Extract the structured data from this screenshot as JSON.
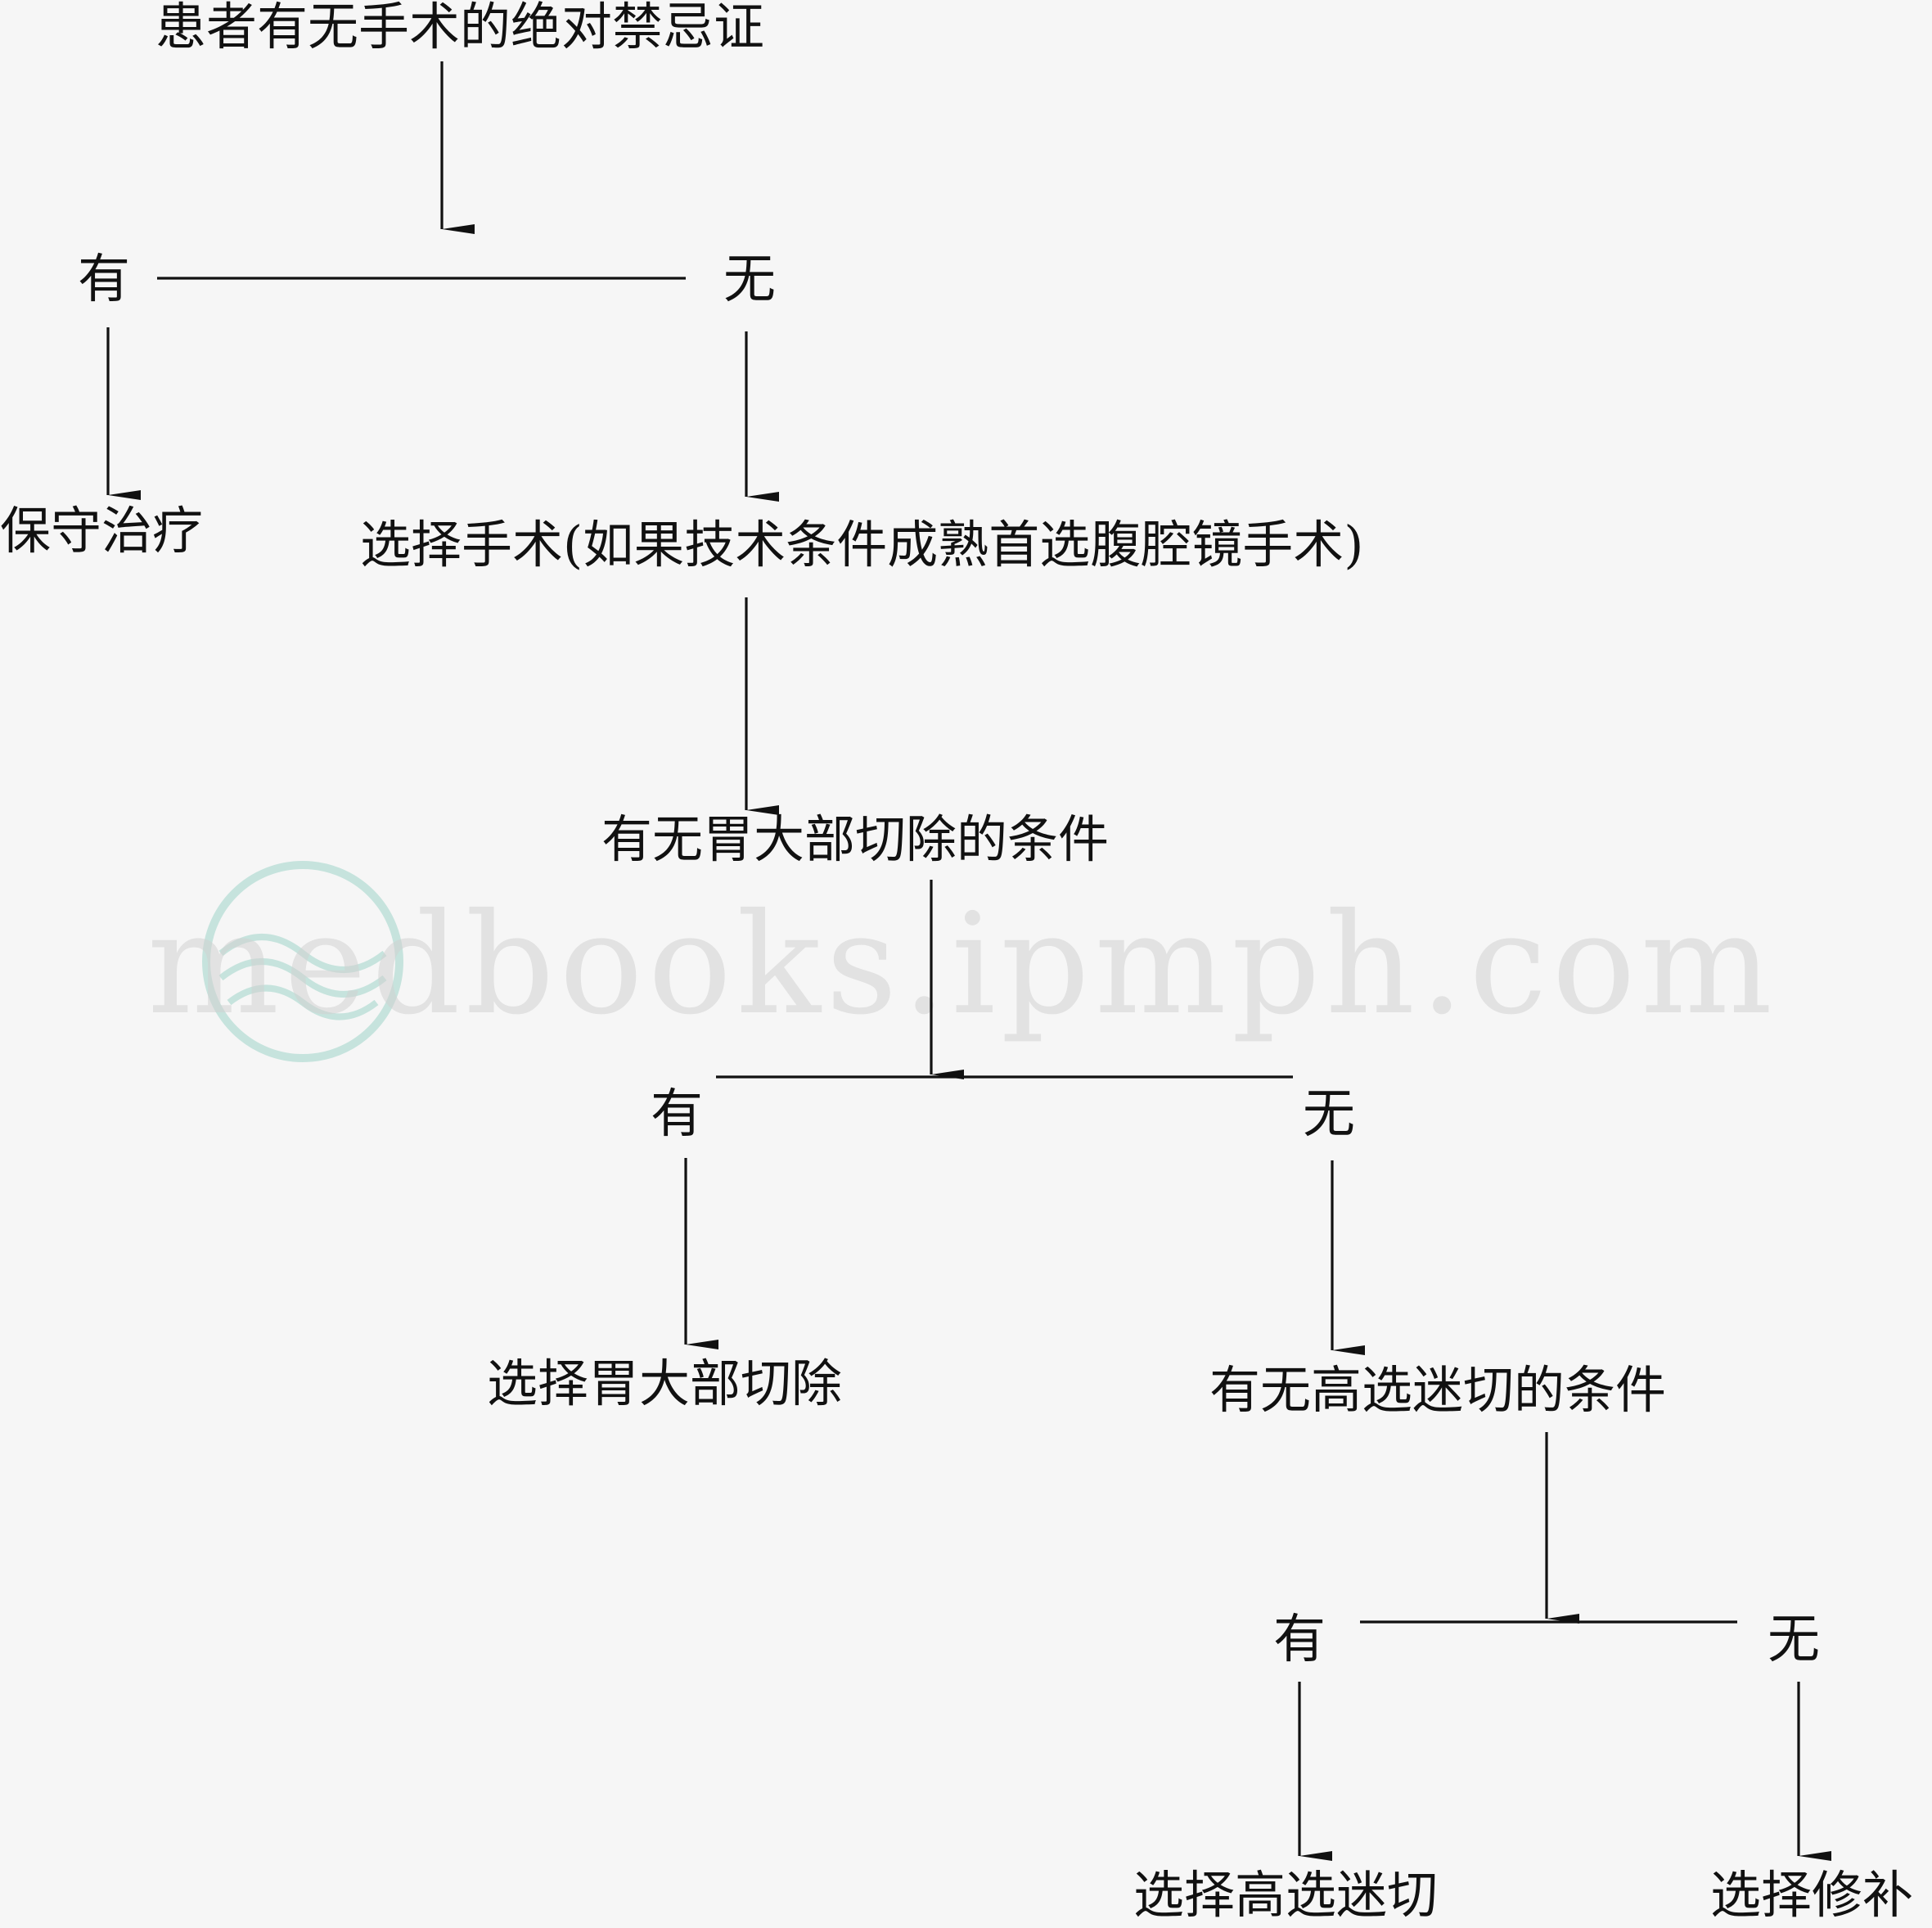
{
  "nodes": {
    "root": "患者有无手术的绝对禁忌证",
    "conservative": "保守治疗",
    "surgery": "选择手术(如果技术条件成熟首选腹腔镜手术)",
    "q_gastrectomy": "有无胃大部切除的条件",
    "gastrectomy": "选择胃大部切除",
    "q_hsv": "有无高选迷切的条件",
    "hsv": "选择高选迷切",
    "repair": "选择修补"
  },
  "branches": {
    "yes": "有",
    "no": "无"
  },
  "watermark": "medbooks.ipmph.com"
}
